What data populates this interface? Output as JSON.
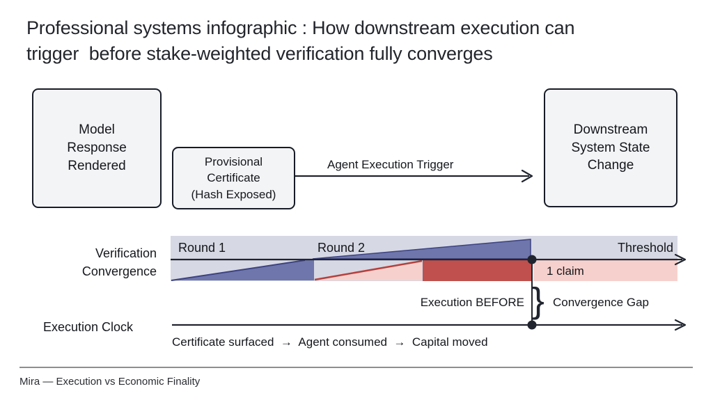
{
  "title": {
    "line1": "Professional systems infographic : How downstream execution can",
    "line2": "trigger  before stake-weighted verification fully converges"
  },
  "boxes": {
    "model": "Model\nResponse\nRendered",
    "certificate": "Provisional\nCertificate\n(Hash Exposed)",
    "downstream": "Downstream\nSystem State\nChange"
  },
  "trigger": {
    "label": "Agent Execution Trigger"
  },
  "convergence": {
    "axis_label": "Verification\nConvergence",
    "round1_label": "Round 1",
    "round2_label": "Round 2",
    "threshold_label": "Threshold",
    "claim_label": "1 claim"
  },
  "gap": {
    "execution_before_label": "Execution BEFORE",
    "brace_glyph": "}",
    "convergence_gap_label": "Convergence Gap"
  },
  "clock": {
    "axis_label": "Execution Clock",
    "caption": "Certificate surfaced  →  Agent consumed  →  Capital moved"
  },
  "footer": {
    "caption": "Mira — Execution vs Economic Finality"
  },
  "colors": {
    "background": "#ffffff",
    "band_lavender": "#d6d8e3",
    "band_pink": "#f6d0cd",
    "wedge_blue": "#6e76ac",
    "wedge_blue_edge": "#3c4280",
    "block_red": "#c0504d",
    "diagonal_red": "#b5403c",
    "line_dark": "#20242e",
    "footer_rule": "#8e8e8e"
  }
}
